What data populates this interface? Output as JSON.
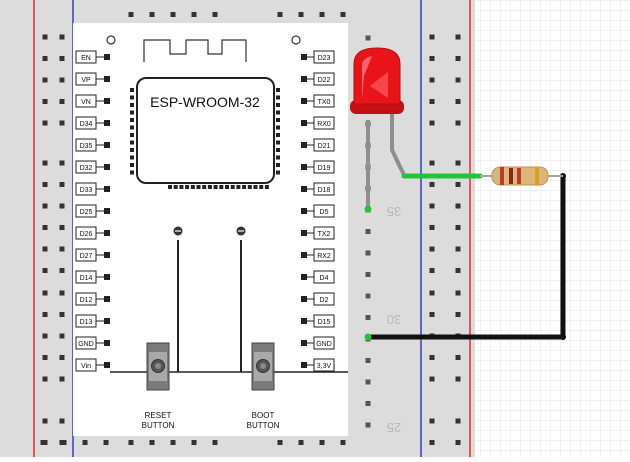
{
  "board": {
    "module_label": "ESP-WROOM-32",
    "left_pins": [
      "EN",
      "VP",
      "VN",
      "D34",
      "D35",
      "D32",
      "D33",
      "D25",
      "D26",
      "D27",
      "D14",
      "D12",
      "D13",
      "GND",
      "Vin"
    ],
    "right_pins": [
      "D23",
      "D22",
      "TX0",
      "RX0",
      "D21",
      "D19",
      "D18",
      "D5",
      "TX2",
      "RX2",
      "D4",
      "D2",
      "D15",
      "GND",
      "3,3V"
    ],
    "reset_button": {
      "line1": "RESET",
      "line2": "BUTTON"
    },
    "boot_button": {
      "line1": "BOOT",
      "line2": "BUTTON"
    }
  },
  "breadboard": {
    "row_numbers": [
      "35",
      "30",
      "25"
    ]
  },
  "components": {
    "led": "red-led",
    "resistor": "resistor"
  },
  "colors": {
    "breadboard": "#dcdcdc",
    "rail_red": "#e03030",
    "rail_blue": "#3040c0",
    "wire_green": "#22c43a",
    "wire_black": "#111111",
    "led_red": "#e8141a"
  }
}
